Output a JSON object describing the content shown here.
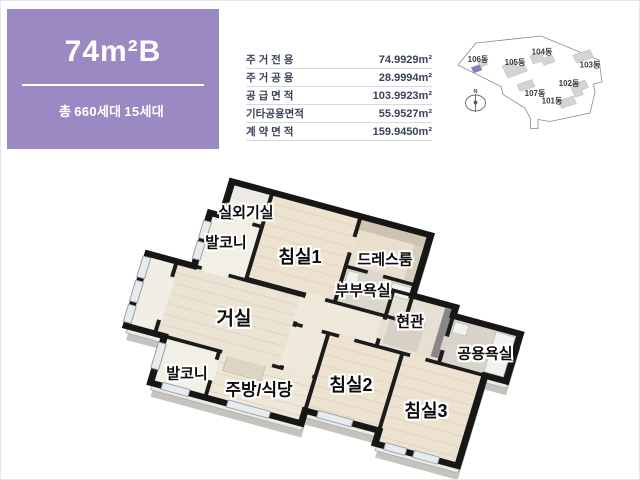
{
  "unit_card": {
    "title": "74m²B",
    "subtitle_prefix": "총",
    "subtitle_total": "660세대",
    "subtitle_count": "15세대",
    "accent_color": "#9a89c2"
  },
  "area_table": {
    "rows": [
      {
        "label": "주 거 전 용",
        "value": "74.9929m²"
      },
      {
        "label": "주 거 공 용",
        "value": "28.9994m²"
      },
      {
        "label": "공 급 면 적",
        "value": "103.9923m²"
      },
      {
        "label": "기타공용면적",
        "value": "55.9527m²"
      },
      {
        "label": "계 약 면 적",
        "value": "159.9450m²"
      }
    ]
  },
  "site_map": {
    "compass": "N",
    "highlight_color": "#8d7bbd",
    "buildings": [
      {
        "label": "106동"
      },
      {
        "label": "105동"
      },
      {
        "label": "104동"
      },
      {
        "label": "103동"
      },
      {
        "label": "102동"
      },
      {
        "label": "107동"
      },
      {
        "label": "101동"
      }
    ]
  },
  "floor_plan": {
    "rooms": [
      {
        "label": "실외기실"
      },
      {
        "label": "발코니"
      },
      {
        "label": "침실1"
      },
      {
        "label": "드레스룸"
      },
      {
        "label": "부부욕실"
      },
      {
        "label": "거실"
      },
      {
        "label": "현관"
      },
      {
        "label": "공용욕실"
      },
      {
        "label": "발코니"
      },
      {
        "label": "주방/식당"
      },
      {
        "label": "침실2"
      },
      {
        "label": "침실3"
      }
    ]
  }
}
